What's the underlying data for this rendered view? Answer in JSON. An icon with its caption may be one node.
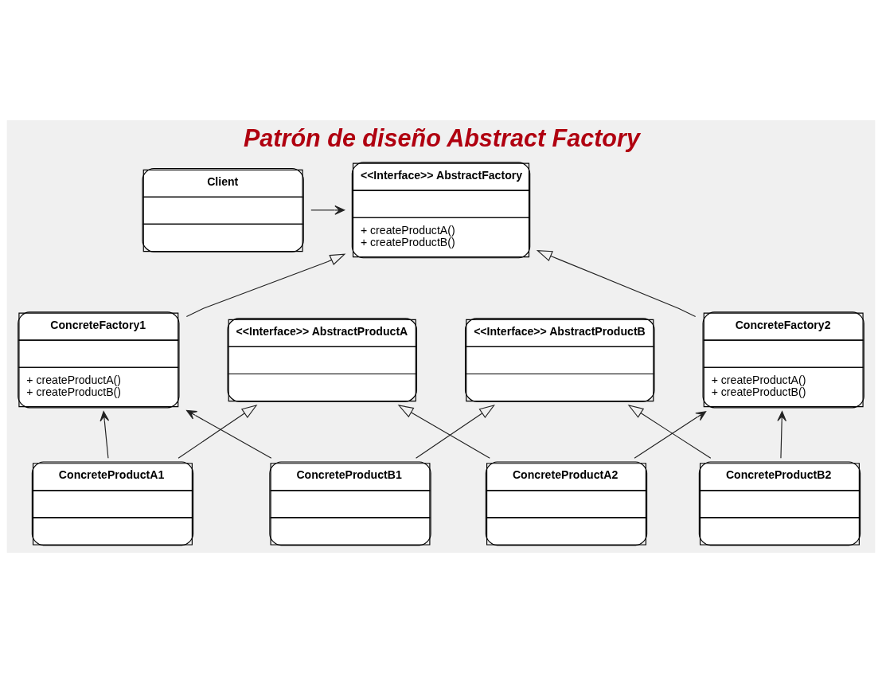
{
  "diagram": {
    "title": "Patrón de diseño Abstract Factory",
    "nodes": [
      {
        "text": [
          "Client"
        ]
      },
      {
        "text": [
          "<<Interface>> AbstractFactory",
          "+ createProductA()",
          "+ createProductB()"
        ]
      },
      {
        "text": [
          "ConcreteFactory1",
          "+ createProductA()",
          "+ createProductB()"
        ]
      },
      {
        "text": [
          "ConcreteFactory2",
          "+ createProductA()",
          "+ createProductB()"
        ]
      },
      {
        "text": [
          "<<Interface>> AbstractProductA"
        ]
      },
      {
        "text": [
          "<<Interface>> AbstractProductB"
        ]
      },
      {
        "text": [
          "ConcreteProductA1"
        ]
      },
      {
        "text": [
          "ConcreteProductA2"
        ]
      },
      {
        "text": [
          "ConcreteProductB1"
        ]
      },
      {
        "text": [
          "ConcreteProductB2"
        ]
      }
    ],
    "edges": [
      {
        "from": 0,
        "to": 1,
        "arrow": "to"
      },
      {
        "from": 2,
        "to": 1,
        "arrow": "to"
      },
      {
        "from": 3,
        "to": 1,
        "arrow": "to"
      },
      {
        "from": 6,
        "to": 2,
        "arrow": "to"
      },
      {
        "from": 7,
        "to": 3,
        "arrow": "to"
      },
      {
        "from": 6,
        "to": 4,
        "arrow": "to"
      },
      {
        "from": 7,
        "to": 4,
        "arrow": "to"
      },
      {
        "from": 8,
        "to": 2,
        "arrow": "to"
      },
      {
        "from": 9,
        "to": 3,
        "arrow": "to"
      },
      {
        "from": 8,
        "to": 5,
        "arrow": "to"
      },
      {
        "from": 9,
        "to": 5,
        "arrow": "to"
      }
    ]
  }
}
